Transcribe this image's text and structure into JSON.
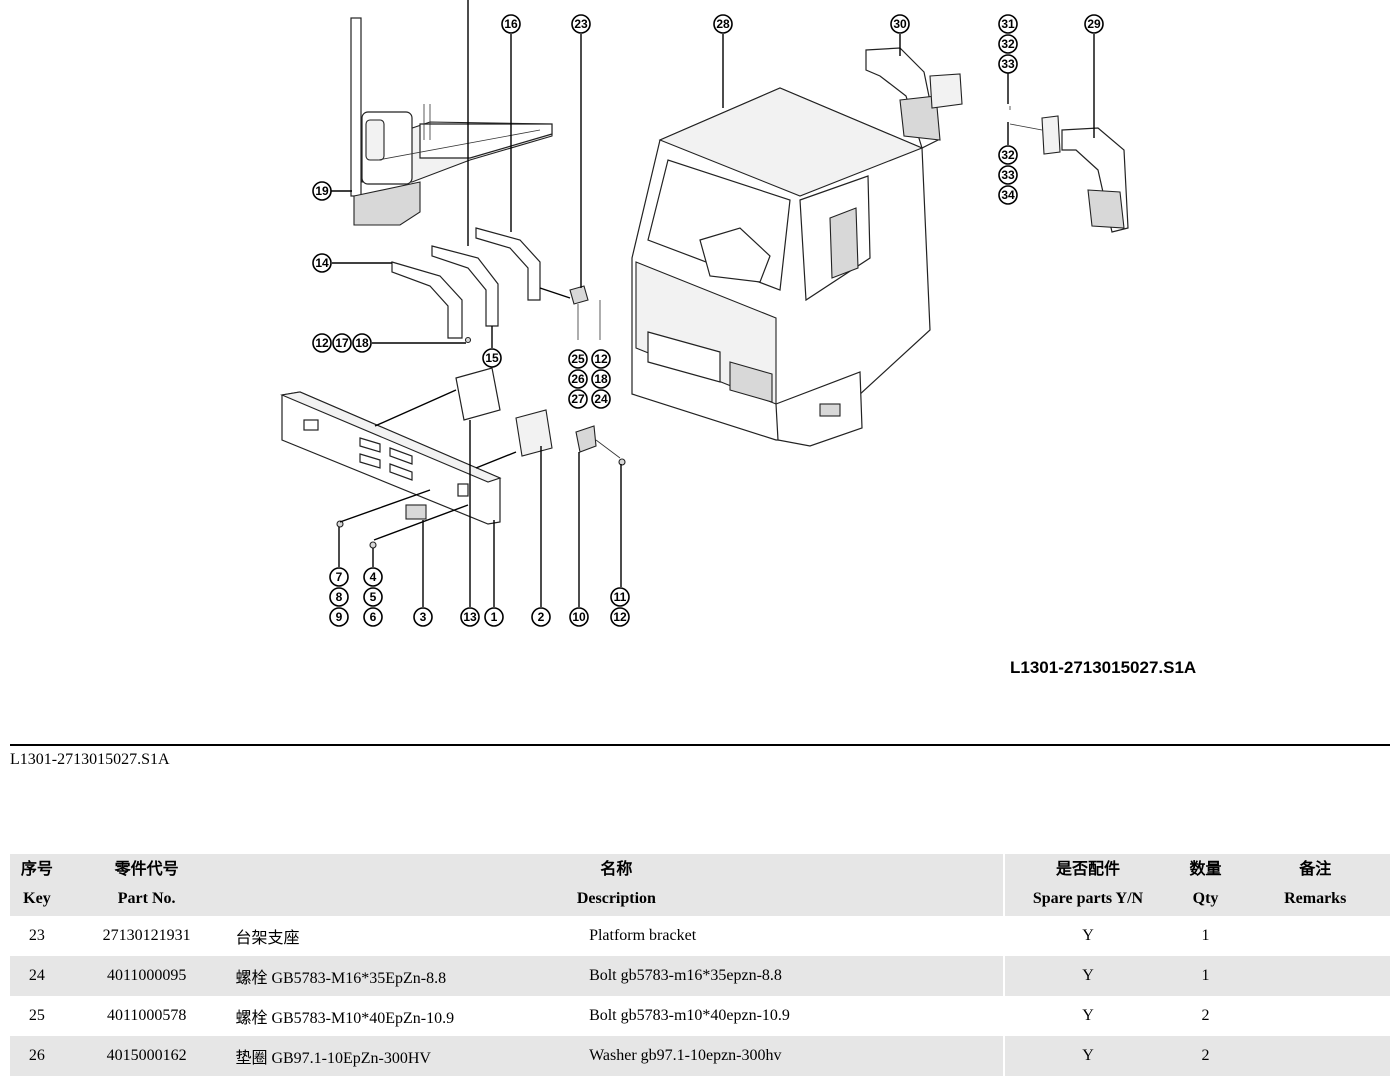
{
  "diagram": {
    "callouts": [
      {
        "id": "c16",
        "label": "16"
      },
      {
        "id": "c23",
        "label": "23"
      },
      {
        "id": "c28",
        "label": "28"
      },
      {
        "id": "c30",
        "label": "30"
      },
      {
        "id": "c31",
        "label": "31"
      },
      {
        "id": "c32a",
        "label": "32"
      },
      {
        "id": "c33a",
        "label": "33"
      },
      {
        "id": "c29",
        "label": "29"
      },
      {
        "id": "c19",
        "label": "19"
      },
      {
        "id": "c32b",
        "label": "32"
      },
      {
        "id": "c33b",
        "label": "33"
      },
      {
        "id": "c34",
        "label": "34"
      },
      {
        "id": "c14",
        "label": "14"
      },
      {
        "id": "c12a",
        "label": "12"
      },
      {
        "id": "c17",
        "label": "17"
      },
      {
        "id": "c18a",
        "label": "18"
      },
      {
        "id": "c15",
        "label": "15"
      },
      {
        "id": "c25",
        "label": "25"
      },
      {
        "id": "c12b",
        "label": "12"
      },
      {
        "id": "c26",
        "label": "26"
      },
      {
        "id": "c18b",
        "label": "18"
      },
      {
        "id": "c27",
        "label": "27"
      },
      {
        "id": "c24",
        "label": "24"
      },
      {
        "id": "c7",
        "label": "7"
      },
      {
        "id": "c4",
        "label": "4"
      },
      {
        "id": "c8",
        "label": "8"
      },
      {
        "id": "c5",
        "label": "5"
      },
      {
        "id": "c11",
        "label": "11"
      },
      {
        "id": "c9",
        "label": "9"
      },
      {
        "id": "c6",
        "label": "6"
      },
      {
        "id": "c3",
        "label": "3"
      },
      {
        "id": "c13",
        "label": "13"
      },
      {
        "id": "c1",
        "label": "1"
      },
      {
        "id": "c2",
        "label": "2"
      },
      {
        "id": "c10",
        "label": "10"
      },
      {
        "id": "c12c",
        "label": "12"
      }
    ],
    "drawing_code": "L1301-2713015027.S1A"
  },
  "reference_code": "L1301-2713015027.S1A",
  "table": {
    "headers": {
      "key_zh": "序号",
      "key_en": "Key",
      "part_zh": "零件代号",
      "part_en": "Part No.",
      "desc_zh": "名称",
      "desc_en": "Description",
      "spare_zh": "是否配件",
      "spare_en": "Spare parts Y/N",
      "qty_zh": "数量",
      "qty_en": "Qty",
      "remarks_zh": "备注",
      "remarks_en": "Remarks"
    },
    "rows": [
      {
        "key": "23",
        "part_no": "27130121931",
        "name_zh": "台架支座",
        "description": "Platform bracket",
        "spare": "Y",
        "qty": "1",
        "remarks": ""
      },
      {
        "key": "24",
        "part_no": "4011000095",
        "name_zh": "螺栓 GB5783-M16*35EpZn-8.8",
        "description": "Bolt gb5783-m16*35epzn-8.8",
        "spare": "Y",
        "qty": "1",
        "remarks": ""
      },
      {
        "key": "25",
        "part_no": "4011000578",
        "name_zh": "螺栓 GB5783-M10*40EpZn-10.9",
        "description": "Bolt gb5783-m10*40epzn-10.9",
        "spare": "Y",
        "qty": "2",
        "remarks": ""
      },
      {
        "key": "26",
        "part_no": "4015000162",
        "name_zh": "垫圈 GB97.1-10EpZn-300HV",
        "description": "Washer gb97.1-10epzn-300hv",
        "spare": "Y",
        "qty": "2",
        "remarks": ""
      }
    ]
  }
}
